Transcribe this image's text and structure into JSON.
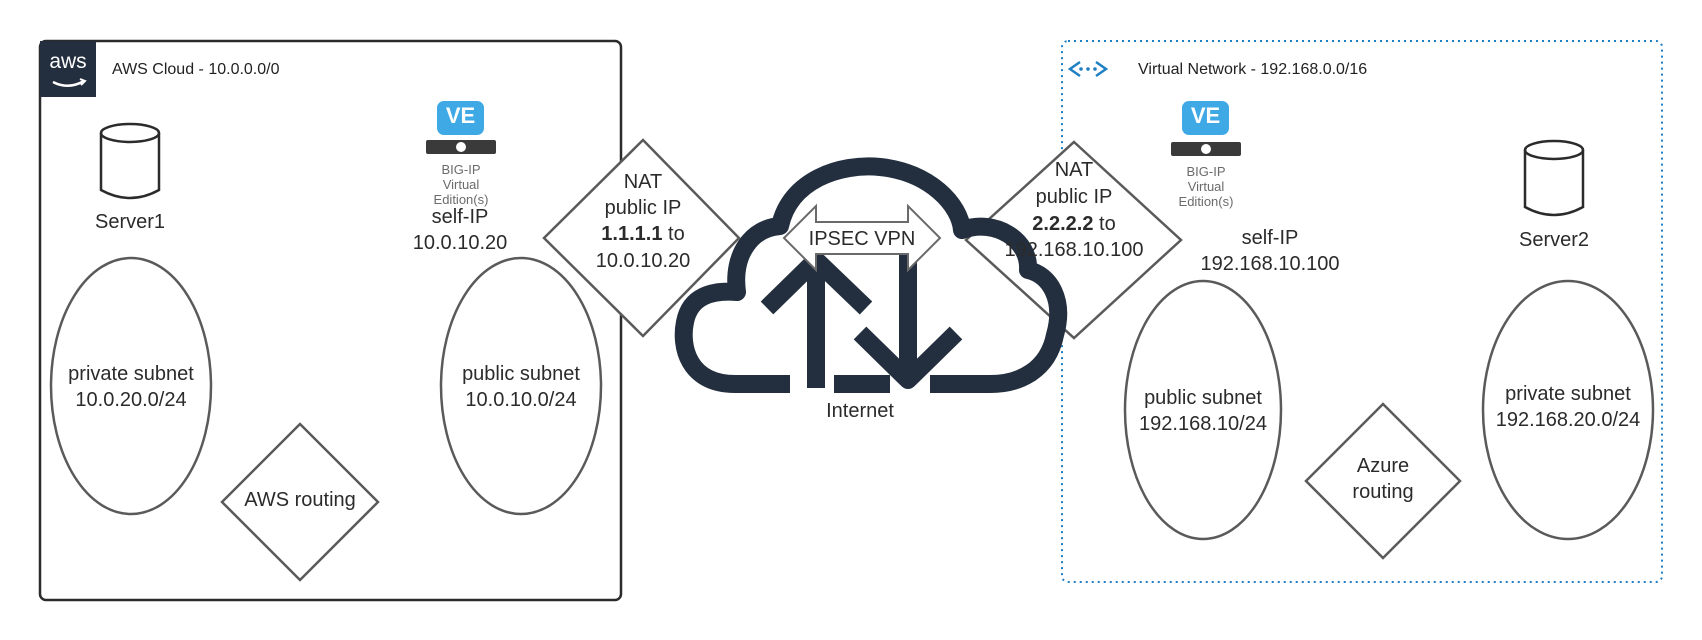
{
  "aws": {
    "logo_text": "aws",
    "title": "AWS Cloud - 10.0.0.0/0",
    "server_label": "Server1",
    "bigip": {
      "badge": "VE",
      "line1": "BIG-IP",
      "line2": "Virtual",
      "line3": "Edition(s)"
    },
    "self_ip": {
      "line1": "self-IP",
      "line2": "10.0.10.20"
    },
    "private_subnet": {
      "line1": "private subnet",
      "line2": "10.0.20.0/24"
    },
    "public_subnet": {
      "line1": "public subnet",
      "line2": "10.0.10.0/24"
    },
    "routing": "AWS routing",
    "nat": {
      "line1": "NAT",
      "line2": "public IP",
      "ip": "1.1.1.1",
      "to": " to",
      "line4": "10.0.10.20"
    }
  },
  "internet": {
    "vpn_label": "IPSEC VPN",
    "label": "Internet"
  },
  "azure": {
    "title": "Virtual Network - 192.168.0.0/16",
    "server_label": "Server2",
    "bigip": {
      "badge": "VE",
      "line1": "BIG-IP",
      "line2": "Virtual",
      "line3": "Edition(s)"
    },
    "self_ip": {
      "line1": "self-IP",
      "line2": "192.168.10.100"
    },
    "public_subnet": {
      "line1": "public subnet",
      "line2": "192.168.10/24"
    },
    "private_subnet": {
      "line1": "private subnet",
      "line2": "192.168.20.0/24"
    },
    "routing": {
      "line1": "Azure",
      "line2": "routing"
    },
    "nat": {
      "line1": "NAT",
      "line2": "public IP",
      "ip": "2.2.2.2",
      "to": " to",
      "line4": "192.168.10.100"
    }
  },
  "colors": {
    "stroke": "#5a5a5a",
    "cloud": "#232f3e",
    "aws_dark": "#232f3e",
    "azure_blue": "#1f7fc4",
    "ve_blue": "#3fa9e6"
  }
}
